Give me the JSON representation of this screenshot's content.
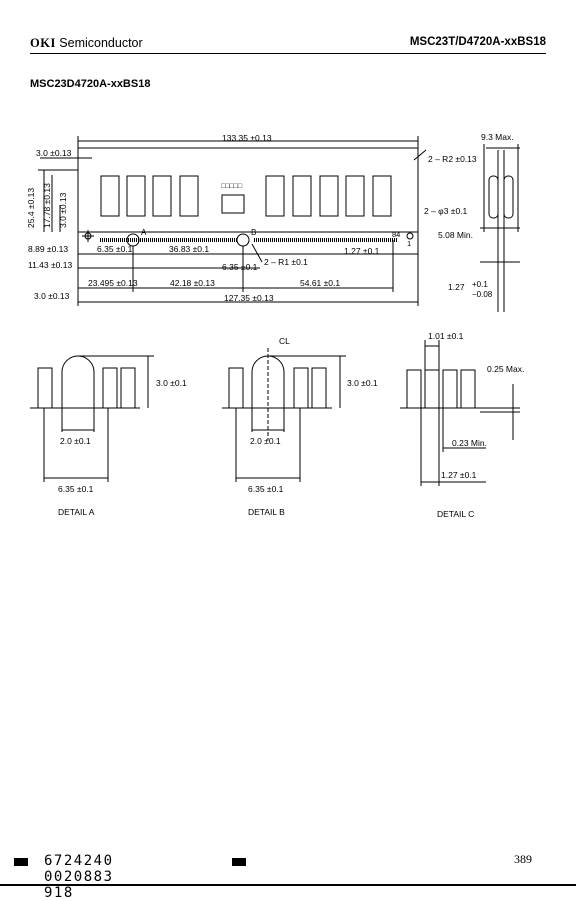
{
  "header": {
    "brand_bold": "OKI",
    "brand_rest": "Semiconductor",
    "part_number": "MSC23T/D4720A-xxBS18"
  },
  "section_title": "MSC23D4720A-xxBS18",
  "drawing": {
    "overall_length": "133.35 ±0.13",
    "thickness_max": "9.3 Max.",
    "left_offset_top": "3.0 ±0.13",
    "radius": "2 – R2 ±0.13",
    "height": "25.4 ±0.13",
    "height_mid": "17.78 ±0.13",
    "height_low": "3.0 ±0.13",
    "chip_label": "□□□□□",
    "hole_dia": "2 – φ3 ±0.1",
    "lead_min": "5.08 Min.",
    "pin_a": "A",
    "pin_b": "B",
    "pin_84": "84",
    "pin_1": "1",
    "dim_889": "8.89 ±0.13",
    "dim_635a": "6.35 ±0.1",
    "dim_3683": "36.83 ±0.1",
    "dim_r1": "2 – R1 ±0.1",
    "dim_127a": "1.27 ±0.1",
    "dim_1143": "11.43 ±0.13",
    "dim_635b": "6.35 ±0.1",
    "dim_23495": "23.495 ±0.13",
    "dim_4218": "42.18 ±0.13",
    "dim_5461": "54.61 ±0.1",
    "dim_127b_main": "1.27",
    "dim_127b_plus": "+0.1",
    "dim_127b_minus": "−0.08",
    "left_offset_bottom": "3.0 ±0.13",
    "dim_12735": "127.35 ±0.13"
  },
  "details": {
    "cl": "CL",
    "a": {
      "height": "3.0 ±0.1",
      "width": "2.0 ±0.1",
      "pitch": "6.35 ±0.1",
      "label": "DETAIL A"
    },
    "b": {
      "height": "3.0 ±0.1",
      "width": "2.0 ±0.1",
      "pitch": "6.35 ±0.1",
      "label": "DETAIL B"
    },
    "c": {
      "width": "1.01 ±0.1",
      "depth": "0.25 Max.",
      "gap": "0.23 Min.",
      "pitch": "1.27 ±0.1",
      "label": "DETAIL C"
    }
  },
  "footer": {
    "barcode_text": "6724240 0020883 918",
    "page_number": "389"
  }
}
